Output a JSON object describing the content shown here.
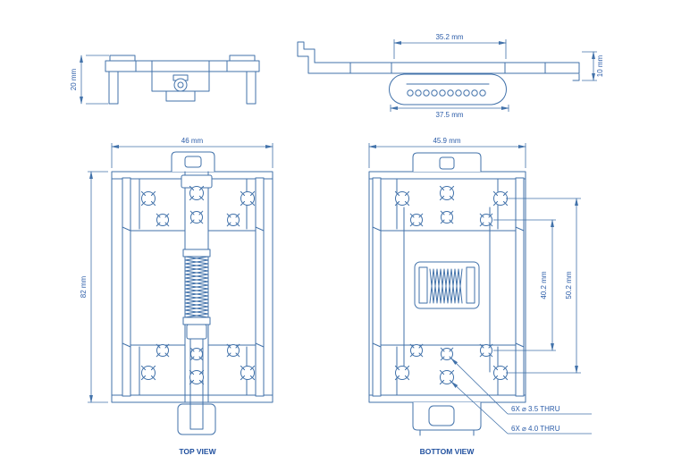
{
  "colors": {
    "line": "#4272aa",
    "text": "#2b5ca8",
    "label": "#1f4f9e",
    "background": "#ffffff"
  },
  "views": {
    "front_profile": {
      "height_dim": "20 mm"
    },
    "side_profile": {
      "top_width_dim": "35.2 mm",
      "bottom_width_dim": "37.5 mm",
      "height_dim": "10 mm"
    },
    "top_view": {
      "label": "TOP VIEW",
      "width_dim": "46 mm",
      "height_dim": "82 mm"
    },
    "bottom_view": {
      "label": "BOTTOM VIEW",
      "width_dim": "45.9 mm",
      "inner_height_dim": "40.2 mm",
      "outer_height_dim": "50.2 mm",
      "hole_callout_small": "6X ⌀ 3.5 THRU",
      "hole_callout_large": "6X ⌀ 4.0 THRU"
    }
  }
}
